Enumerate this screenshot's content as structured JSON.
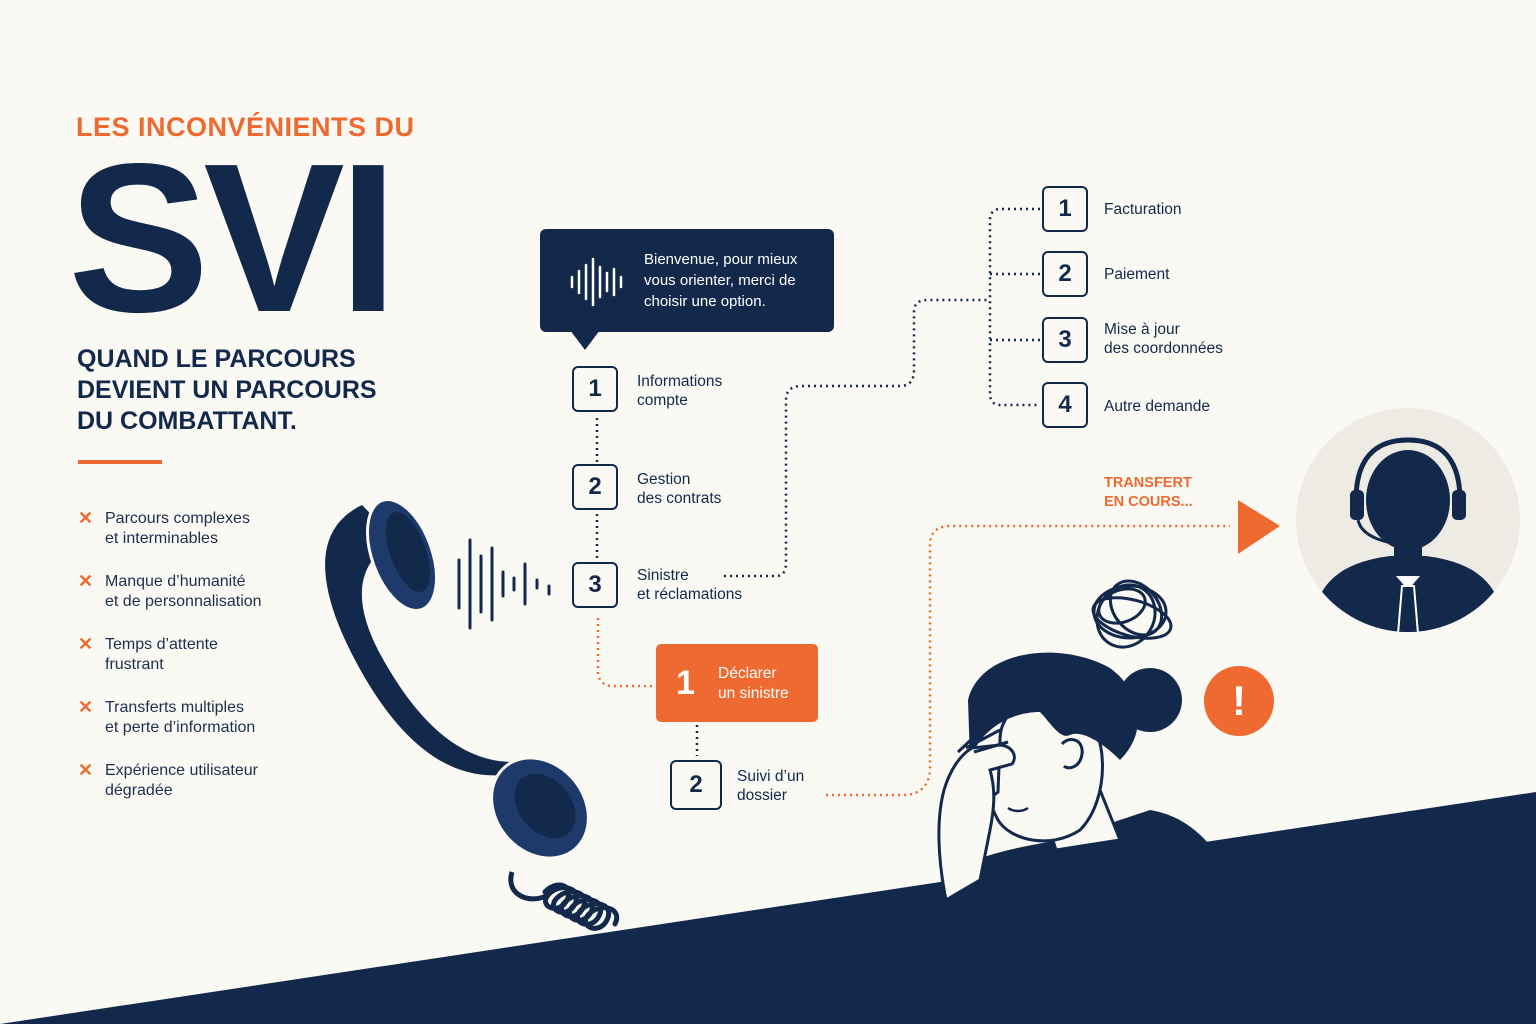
{
  "header": {
    "kicker": "LES INCONVÉNIENTS DU",
    "title": "SVI",
    "subtitle_lines": [
      "QUAND LE PARCOURS",
      "DEVIENT UN PARCOURS",
      "DU COMBATTANT."
    ]
  },
  "drawbacks": [
    {
      "icon": "cross-icon",
      "lines": [
        "Parcours complexes",
        "et interminables"
      ]
    },
    {
      "icon": "cross-icon",
      "lines": [
        "Manque d’humanité",
        "et de personnalisation"
      ]
    },
    {
      "icon": "cross-icon",
      "lines": [
        "Temps d’attente",
        "frustrant"
      ]
    },
    {
      "icon": "cross-icon",
      "lines": [
        "Transferts multiples",
        "et perte d’information"
      ]
    },
    {
      "icon": "cross-icon",
      "lines": [
        "Expérience utilisateur",
        "dégradée"
      ]
    }
  ],
  "cross_glyph": "✕",
  "voice_bubble": {
    "icon": "sound-wave-icon",
    "lines": [
      "Bienvenue, pour mieux",
      "vous orienter, merci de",
      "choisir une option."
    ]
  },
  "main_menu": [
    {
      "number": "1",
      "lines": [
        "Informations",
        "compte"
      ]
    },
    {
      "number": "2",
      "lines": [
        "Gestion",
        "des contrats"
      ]
    },
    {
      "number": "3",
      "lines": [
        "Sinistre",
        "et réclamations"
      ]
    }
  ],
  "sub_menu": [
    {
      "number": "1",
      "lines": [
        "Facturation"
      ]
    },
    {
      "number": "2",
      "lines": [
        "Paiement"
      ]
    },
    {
      "number": "3",
      "lines": [
        "Mise à jour",
        "des coordonnées"
      ]
    },
    {
      "number": "4",
      "lines": [
        "Autre demande"
      ]
    }
  ],
  "claims_menu": [
    {
      "number": "1",
      "lines": [
        "Déclarer",
        "un sinistre"
      ],
      "highlighted": true
    },
    {
      "number": "2",
      "lines": [
        "Suivi d’un",
        "dossier"
      ],
      "highlighted": false
    }
  ],
  "transfer_label": [
    "TRANSFERT",
    "EN COURS..."
  ],
  "alert_glyph": "!",
  "colors": {
    "navy": "#13294b",
    "orange": "#ee6a30",
    "background": "#fbf9f4",
    "agent_circle": "#eeebe4"
  }
}
